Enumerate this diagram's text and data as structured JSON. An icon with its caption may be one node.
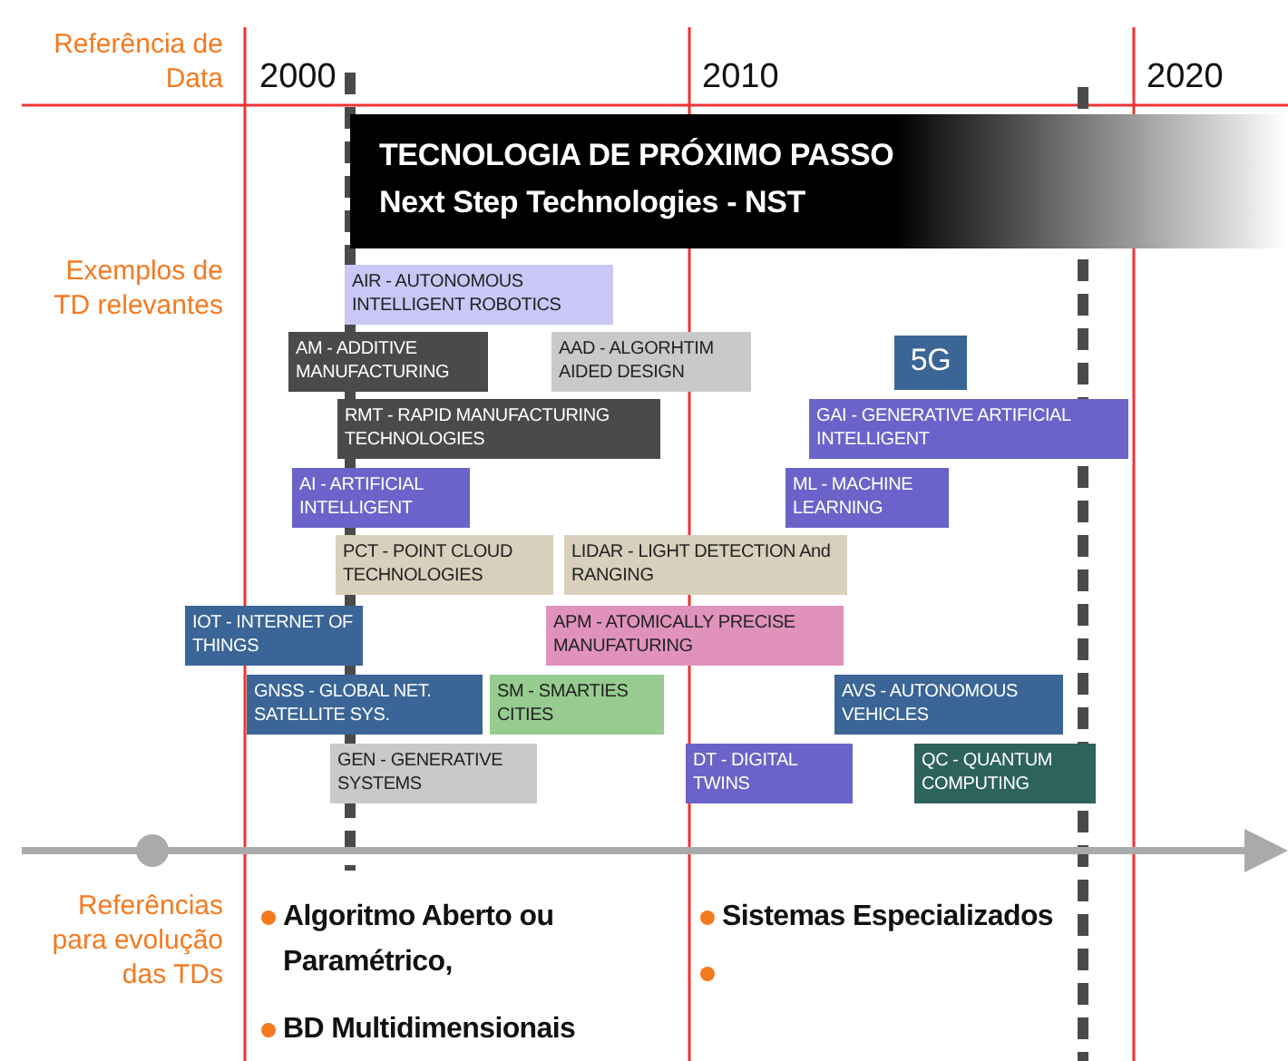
{
  "diagram": {
    "nodes": [
      {
        "text": [
          "TECNOLOGIA DE PRÓXIMO PASSO",
          "Next Step Technologies - NST"
        ]
      },
      {
        "text": [
          "AIR - AUTONOMOUS INTELLIGENT ROBOTICS"
        ]
      },
      {
        "text": [
          "AM - ADDITIVE MANUFACTURING"
        ]
      },
      {
        "text": [
          "AAD - ALGORHTIM AIDED DESIGN"
        ]
      },
      {
        "text": [
          "5G"
        ]
      },
      {
        "text": [
          "RMT - RAPID MANUFACTURING TECHNOLOGIES"
        ]
      },
      {
        "text": [
          "GAI - GENERATIVE ARTIFICIAL INTELLIGENT"
        ]
      },
      {
        "text": [
          "AI - ARTIFICIAL INTELLIGENT"
        ]
      },
      {
        "text": [
          "ML - MACHINE LEARNING"
        ]
      },
      {
        "text": [
          "PCT - POINT CLOUD TECHNOLOGIES"
        ]
      },
      {
        "text": [
          "LIDAR - LIGHT DETECTION And RANGING"
        ]
      },
      {
        "text": [
          "IOT - INTERNET OF THINGS"
        ]
      },
      {
        "text": [
          "APM - ATOMICALLY PRECISE MANUFATURING"
        ]
      },
      {
        "text": [
          "GNSS - GLOBAL NET. SATELLITE SYS."
        ]
      },
      {
        "text": [
          "SM - SMARTIES CITIES"
        ]
      },
      {
        "text": [
          "AVS - AUTONOMOUS VEHICLES"
        ]
      },
      {
        "text": [
          "GEN - GENERATIVE SYSTEMS"
        ]
      },
      {
        "text": [
          "DT - DIGITAL TWINS"
        ]
      },
      {
        "text": [
          "QC - QUANTUM COMPUTING"
        ]
      }
    ],
    "labels": [
      "Referência de Data",
      "2000",
      "2010",
      "2020",
      "Exemplos de TD relevantes",
      "Referências para evolução das TDs",
      "Algoritmo Aberto ou Paramétrico,",
      "Sistemas Especializados",
      "BD Multidimensionais"
    ]
  }
}
